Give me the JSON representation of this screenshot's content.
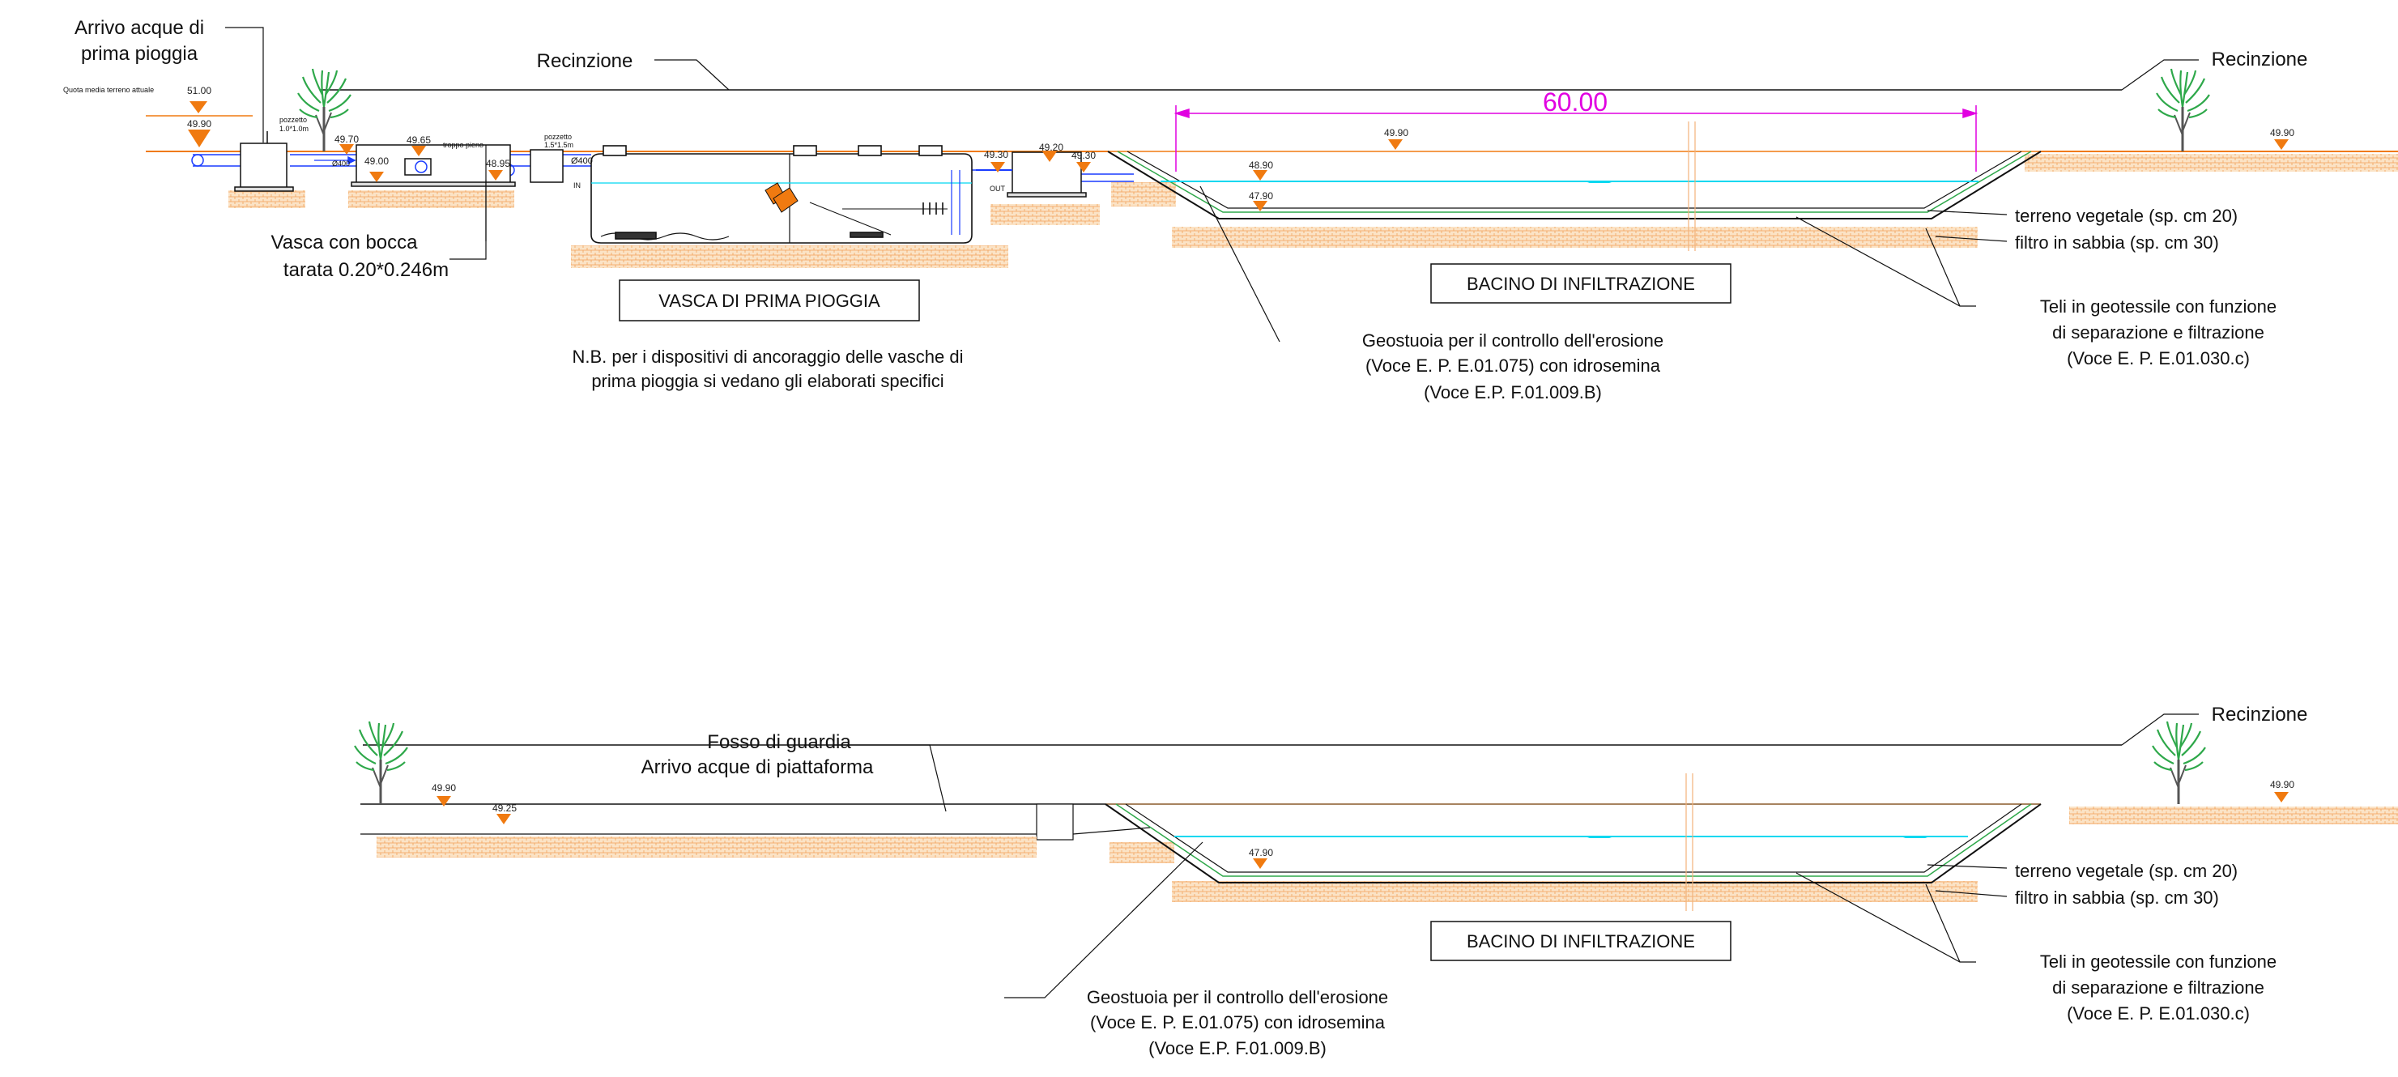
{
  "colors": {
    "ground": "#f07a10",
    "water": "#00d8f0",
    "pipe": "#1a3cff",
    "dimension": "#e100e1",
    "tree": "#2ea84a",
    "line": "#111111"
  },
  "icons": [
    "tree-icon",
    "level-marker-icon"
  ],
  "top_section": {
    "arrivo_acque_line1": "Arrivo acque di",
    "arrivo_acque_line2": "prima pioggia",
    "quota_media": "Quota media terreno attuale",
    "quota_value": "51.00",
    "recinzione_left": "Recinzione",
    "recinzione_right": "Recinzione",
    "pozzetto_1": "pozzetto",
    "pozzetto_1_size": "1.0*1.0m",
    "troppo_pieno": "troppo pieno",
    "pozzetto_2": "pozzetto",
    "pozzetto_2_size": "1.5*1.5m",
    "diam_400": "Ø400",
    "diam_400_small": "Ø400",
    "in_label": "IN",
    "out_label": "OUT",
    "levels": {
      "l_4990_a": "49.90",
      "l_4970": "49.70",
      "l_4900": "49.00",
      "l_4965": "49.65",
      "l_4895": "48.95",
      "l_4930_a": "49.30",
      "l_4920": "49.20",
      "l_4930_b": "49.30",
      "l_4990_b": "49.90",
      "l_4890": "48.90",
      "l_4790": "47.90",
      "l_4990_c": "49.90"
    },
    "dimension_60": "60.00",
    "vasca_bocca_line1": "Vasca con bocca",
    "vasca_bocca_line2": "tarata 0.20*0.246m",
    "vasca_prima_pioggia": "VASCA  DI PRIMA PIOGGIA",
    "nb_line1": "N.B. per i dispositivi di ancoraggio delle vasche di",
    "nb_line2": "prima pioggia si vedano gli elaborati specifici",
    "bacino": "BACINO DI INFILTRAZIONE",
    "geostuoia_line1": "Geostuoia per il controllo dell'erosione",
    "geostuoia_line2": "(Voce E. P.  E.01.075) con idrosemina",
    "geostuoia_line3": "(Voce E.P.  F.01.009.B)",
    "terreno_vegetale": "terreno vegetale (sp. cm 20)",
    "filtro_sabbia": "filtro in sabbia (sp. cm 30)",
    "teli_line1": "Teli in geotessile con funzione",
    "teli_line2": "di separazione e filtrazione",
    "teli_line3": "(Voce E. P.  E.01.030.c)"
  },
  "bottom_section": {
    "fosso_line1": "Fosso di guardia",
    "fosso_line2": "Arrivo acque di piattaforma",
    "recinzione": "Recinzione",
    "levels": {
      "l_4990_a": "49.90",
      "l_4925": "49.25",
      "l_4790": "47.90",
      "l_4990_b": "49.90"
    },
    "bacino": "BACINO DI INFILTRAZIONE",
    "geostuoia_line1": "Geostuoia per il controllo dell'erosione",
    "geostuoia_line2": "(Voce E. P.  E.01.075) con idrosemina",
    "geostuoia_line3": "(Voce E.P.  F.01.009.B)",
    "terreno_vegetale": "terreno vegetale (sp. cm 20)",
    "filtro_sabbia": "filtro in sabbia (sp. cm 30)",
    "teli_line1": "Teli in geotessile con funzione",
    "teli_line2": "di separazione e filtrazione",
    "teli_line3": "(Voce E. P.  E.01.030.c)"
  }
}
